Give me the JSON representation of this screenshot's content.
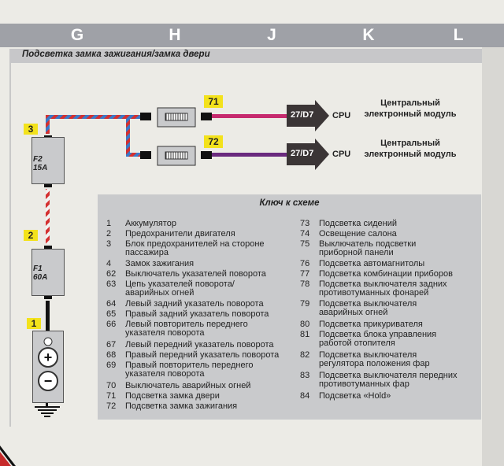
{
  "header": {
    "columns": [
      "G",
      "H",
      "J",
      "K",
      "L"
    ]
  },
  "diagram": {
    "title": "Подсветка замка зажигания/замка двери",
    "fuses": [
      {
        "badge": "3",
        "label": "F2 15A"
      },
      {
        "badge": "2",
        "label": "F1 60A"
      }
    ],
    "battery_badge": "1",
    "wires": [
      {
        "label": "71",
        "connector": "27/D7",
        "cpu": "CPU",
        "module": "Центральный электронный модуль"
      },
      {
        "label": "72",
        "connector": "27/D7",
        "cpu": "CPU",
        "module": "Центральный электронный модуль"
      }
    ],
    "colors": {
      "header": "#9fa1a7",
      "badge": "#f3e21c",
      "wire_pink": "#c62a6e",
      "wire_red": "#d43030",
      "wire_blue": "#3a79c8",
      "panel": "#c9cacc"
    }
  },
  "legend": {
    "title": "Ключ к схеме",
    "left": [
      {
        "n": "1",
        "text": "Аккумулятор"
      },
      {
        "n": "2",
        "text": "Предохранители двигателя"
      },
      {
        "n": "3",
        "text": "Блок предохранителей на стороне\nпассажира"
      },
      {
        "n": "4",
        "text": "Замок зажигания"
      },
      {
        "n": "62",
        "text": "Выключатель указателей поворота"
      },
      {
        "n": "63",
        "text": "Цепь указателей поворота/\nаварийных огней"
      },
      {
        "n": "64",
        "text": "Левый задний указатель поворота"
      },
      {
        "n": "65",
        "text": "Правый задний указатель поворота"
      },
      {
        "n": "66",
        "text": "Левый повторитель переднего\nуказателя поворота"
      },
      {
        "n": "67",
        "text": "Левый передний указатель поворота"
      },
      {
        "n": "68",
        "text": "Правый передний указатель поворота"
      },
      {
        "n": "69",
        "text": "Правый повторитель переднего\nуказателя поворота"
      },
      {
        "n": "70",
        "text": "Выключатель аварийных огней"
      },
      {
        "n": "71",
        "text": "Подсветка замка двери"
      },
      {
        "n": "72",
        "text": "Подсветка замка зажигания"
      }
    ],
    "right": [
      {
        "n": "73",
        "text": "Подсветка сидений"
      },
      {
        "n": "74",
        "text": "Освещение салона"
      },
      {
        "n": "75",
        "text": "Выключатель подсветки\nприборной панели"
      },
      {
        "n": "76",
        "text": "Подсветка автомагнитолы"
      },
      {
        "n": "77",
        "text": "Подсветка комбинации приборов"
      },
      {
        "n": "78",
        "text": "Подсветка выключателя задних\nпротивотуманных фонарей"
      },
      {
        "n": "79",
        "text": "Подсветка выключателя\nаварийных огней"
      },
      {
        "n": "80",
        "text": "Подсветка прикуривателя"
      },
      {
        "n": "81",
        "text": "Подсветка блока управления\nработой отопителя"
      },
      {
        "n": "82",
        "text": "Подсветка выключателя\nрегулятора положения фар"
      },
      {
        "n": "83",
        "text": "Подсветка выключателя передних\nпротивотуманных фар"
      },
      {
        "n": "84",
        "text": "Подсветка «Hold»"
      }
    ]
  }
}
